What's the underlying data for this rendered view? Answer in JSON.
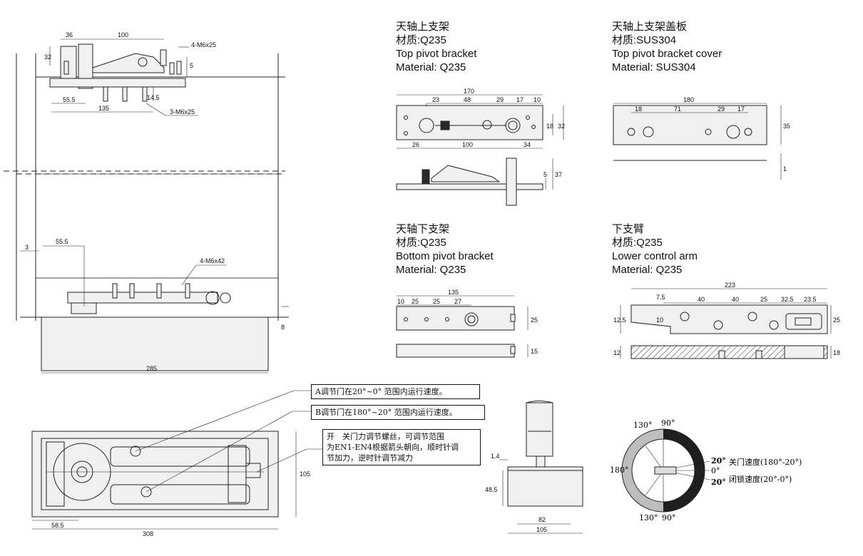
{
  "titles": {
    "top_pivot": [
      "天轴上支架",
      "材质:Q235",
      "Top pivot bracket",
      "Material: Q235"
    ],
    "top_cover": [
      "天轴上支架盖板",
      "材质:SUS304",
      "Top pivot bracket cover",
      "Material: SUS304"
    ],
    "bottom_pivot": [
      "天轴下支架",
      "材质:Q235",
      "Bottom pivot bracket",
      "Material: Q235"
    ],
    "lower_arm": [
      "下支臂",
      "材质:Q235",
      "Lower control arm",
      "Material: Q235"
    ]
  },
  "notes": {
    "a": "A调节门在20°~0° 范围内运行速度。",
    "b": "B调节门在180°~20° 范围内运行速度。",
    "c1": "开　关门力调节螺丝，可调节范围",
    "c2": "为EN1-EN4根据箭头朝向，顺时针调",
    "c3": "节加力，逆时针调节减力"
  },
  "legend": {
    "close_speed": "关门速度(180°-20°)",
    "lock_speed": "闭锁速度(20°-0°)"
  },
  "angles": {
    "a130_top": "130°",
    "a90_top": "90°",
    "a180": "180°",
    "a20_top": "20°",
    "a0": "0°",
    "a20_bot": "20°",
    "a130_bot": "130°",
    "a90_bot": "90°"
  },
  "main": {
    "d36": "36",
    "d100": "100",
    "d32": "32",
    "m6x25_4": "4-M6x25",
    "d5": "5",
    "d14_5": "14.5",
    "d55_5": "55.5",
    "d135": "135",
    "m6x25_3": "3-M6x25",
    "d3": "3",
    "d55_5b": "55.5",
    "m6x42": "4-M6x42",
    "d8": "8",
    "d285": "285"
  },
  "top_pivot_dims": {
    "d170": "170",
    "d23": "23",
    "d48": "48",
    "d29": "29",
    "d17": "17",
    "d10": "10",
    "d18": "18",
    "d32": "32",
    "d26": "26",
    "d100": "100",
    "d34": "34",
    "d5": "5",
    "d37": "37"
  },
  "cover_dims": {
    "d180": "180",
    "d18": "18",
    "d71": "71",
    "d29": "29",
    "d17": "17",
    "d35": "35",
    "d1": "1"
  },
  "bottom_dims": {
    "d135": "135",
    "d10": "10",
    "d25a": "25",
    "d25b": "25",
    "d27": "27",
    "d25": "25",
    "d15": "15"
  },
  "arm_dims": {
    "d223": "223",
    "d7_5": "7.5",
    "d40a": "40",
    "d40b": "40",
    "d25": "25",
    "d32_5": "32.5",
    "d23_5": "23.5",
    "d12_5": "12.5",
    "d10": "10",
    "d25r": "25",
    "d12": "12",
    "d18": "18"
  },
  "plan_dims": {
    "d105": "105",
    "d58_5": "58.5",
    "d308": "308"
  },
  "side_dims": {
    "d1_4": "1.4",
    "d48_5": "48.5",
    "d82": "82",
    "d105": "105"
  }
}
